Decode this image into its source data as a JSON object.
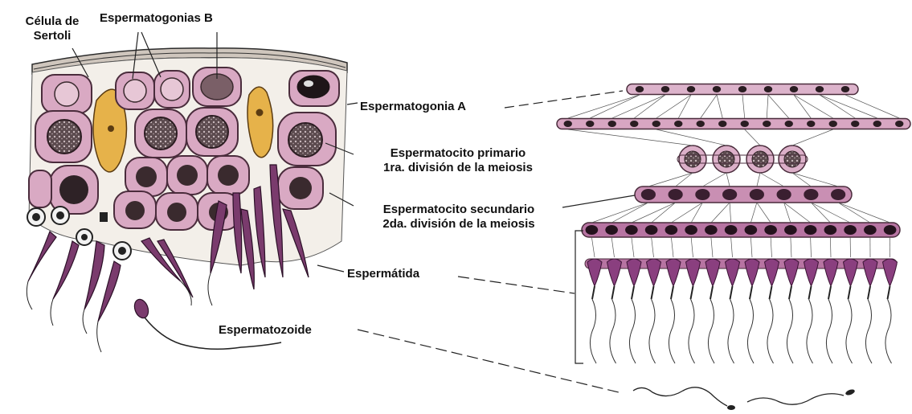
{
  "labels": {
    "sertoli": [
      "Célula de",
      "Sertoli"
    ],
    "spermatogonia_b": "Espermatogonias B",
    "spermatogonia_a": "Espermatogonia A",
    "primary_spermatocyte": [
      "Espermatocito primario",
      "1ra. división de la meiosis"
    ],
    "secondary_spermatocyte": [
      "Espermatocito secundario",
      "2da. división de la meiosis"
    ],
    "spermatid": "Espermátida",
    "spermatozoon": "Espermatozoide"
  },
  "colors": {
    "cell_fill": "#d9a9c3",
    "cell_stroke": "#4a2c3c",
    "nucleus": "#3a2a2e",
    "sertoli_fill": "#e6b24a",
    "tissue": "#f3efe9",
    "tail_dark": "#7a3b6d",
    "spermatid": "#8a3f7f"
  }
}
